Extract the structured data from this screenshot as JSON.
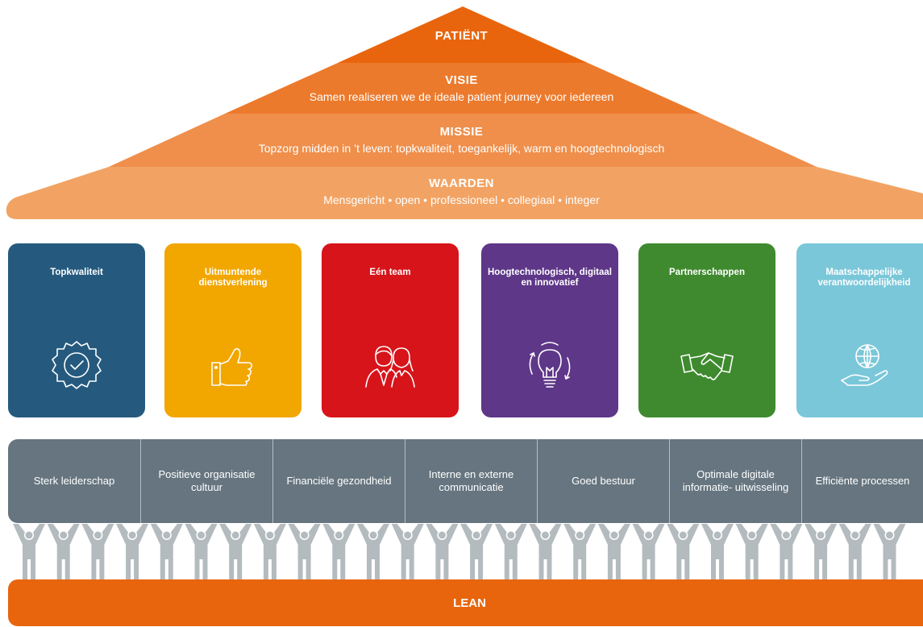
{
  "roof": {
    "patient": "PATIËNT",
    "visie_title": "VISIE",
    "visie_text": "Samen realiseren we de ideale patient journey voor iedereen",
    "missie_title": "MISSIE",
    "missie_text": "Topzorg midden in ’t leven: topkwaliteit, toegankelijk, warm en hoogtechnologisch",
    "waarden_title": "WAARDEN",
    "waarden_text": "Mensgericht • open • professioneel • collegiaal • integer",
    "colors": {
      "patient": "#e8650d",
      "visie": "#ec7a2c",
      "missie": "#ef8f4b",
      "waarden": "#f2a363"
    }
  },
  "pillars": [
    {
      "label": "Topkwaliteit",
      "icon": "quality-badge-icon",
      "color": "#255a7e"
    },
    {
      "label": "Uitmuntende dienstverlening",
      "icon": "thumbs-up-icon",
      "color": "#f2a600"
    },
    {
      "label": "Eén team",
      "icon": "team-icon",
      "color": "#d7141a"
    },
    {
      "label": "Hoogtechnologisch, digitaal en innovatief",
      "icon": "lightbulb-icon",
      "color": "#5e3788"
    },
    {
      "label": "Partnerschappen",
      "icon": "handshake-icon",
      "color": "#3f8a2f"
    },
    {
      "label": "Maatschappelijke verantwoordelijkheid",
      "icon": "globe-hand-icon",
      "color": "#7ac7d9"
    }
  ],
  "beam": [
    "Sterk leiderschap",
    "Positieve organisatie cultuur",
    "Financiële gezondheid",
    "Interne en externe communicatie",
    "Goed bestuur",
    "Optimale digitale informatie- uitwisseling",
    "Efficiënte processen"
  ],
  "foundation": {
    "label": "LEAN",
    "color": "#e8650d"
  },
  "people_color": "#b4bbbf"
}
